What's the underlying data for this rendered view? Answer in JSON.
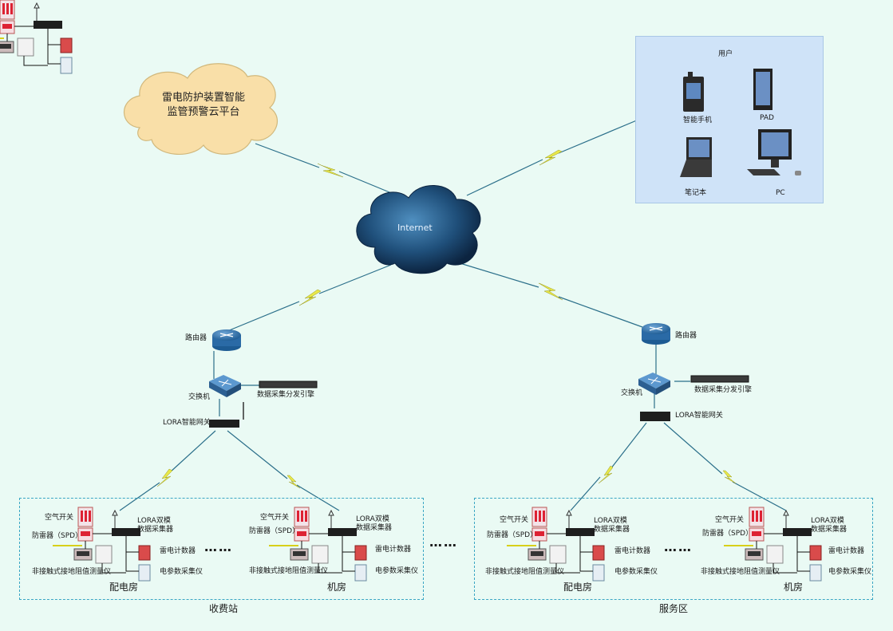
{
  "cloud_platform": {
    "line1": "雷电防护装置智能",
    "line2": "监管预警云平台"
  },
  "internet": {
    "label": "Internet"
  },
  "users": {
    "title": "用户",
    "devices": [
      {
        "icon": "smartphone-icon",
        "label": "智能手机"
      },
      {
        "icon": "tablet-icon",
        "label": "PAD"
      },
      {
        "icon": "laptop-icon",
        "label": "笔记本"
      },
      {
        "icon": "desktop-pc-icon",
        "label": "PC"
      }
    ]
  },
  "left_site": {
    "router": "路由器",
    "switch": "交换机",
    "server": "数据采集分发引擎",
    "gateway": "LORA智能网关",
    "zone_label": "收费站",
    "rooms": [
      {
        "name": "配电房",
        "air_switch": "空气开关",
        "spd": "防雷器（SPD）",
        "collector_l1": "LORA双模",
        "collector_l2": "数据采集器",
        "counter": "雷电计数器",
        "meter": "电参数采集仪",
        "ground": "非接触式接地阻值测量仪"
      },
      {
        "name": "机房",
        "air_switch": "空气开关",
        "spd": "防雷器（SPD）",
        "collector_l1": "LORA双模",
        "collector_l2": "数据采集器",
        "counter": "雷电计数器",
        "meter": "电参数采集仪",
        "ground": "非接触式接地阻值测量仪"
      }
    ]
  },
  "right_site": {
    "router": "路由器",
    "switch": "交换机",
    "server": "数据采集分发引擎",
    "gateway": "LORA智能网关",
    "zone_label": "服务区",
    "rooms": [
      {
        "name": "配电房",
        "air_switch": "空气开关",
        "spd": "防雷器（SPD）",
        "collector_l1": "LORA双模",
        "collector_l2": "数据采集器",
        "counter": "雷电计数器",
        "meter": "电参数采集仪",
        "ground": "非接触式接地阻值测量仪"
      },
      {
        "name": "机房",
        "air_switch": "空气开关",
        "spd": "防雷器（SPD）",
        "collector_l1": "LORA双模",
        "collector_l2": "数据采集器",
        "counter": "雷电计数器",
        "meter": "电参数采集仪",
        "ground": "非接触式接地阻值测量仪"
      }
    ]
  },
  "ellipsis": "……",
  "colors": {
    "link": "#2b6f8a",
    "lightning": "#e8e84a",
    "zone_border": "#3aa6c4",
    "cloud_fill": "#f9dfa8",
    "internet_fill": "#1f4f7a"
  }
}
